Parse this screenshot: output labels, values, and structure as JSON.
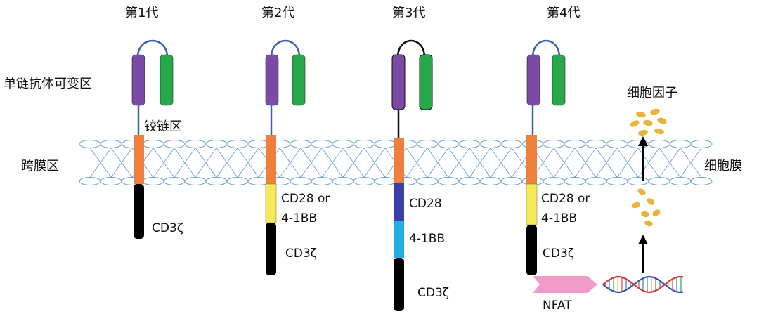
{
  "generations": [
    {
      "label": "第1代",
      "domains": [
        "CD3ζ"
      ]
    },
    {
      "label": "第2代",
      "domains": [
        "CD28 or",
        "4-1BB",
        "CD3ζ"
      ]
    },
    {
      "label": "第3代",
      "domains": [
        "CD28",
        "4-1BB",
        "CD3ζ"
      ]
    },
    {
      "label": "第4代",
      "domains": [
        "CD28 or",
        "4-1BB",
        "CD3ζ"
      ]
    }
  ],
  "labels": {
    "scfv": "单链抗体可变区",
    "hinge": "铰链区",
    "transmembrane": "跨膜区",
    "membrane": "细胞膜",
    "cytokines": "细胞因子",
    "nfat": "NFAT"
  },
  "colors": {
    "vh": "#7a4aa6",
    "vl": "#27a84a",
    "linker": "#3a62b9",
    "transmembrane": "#ef7f3c",
    "cd28_or_41bb": "#f5e85a",
    "cd28": "#3b3faa",
    "41bb": "#24aee8",
    "cd3z": "#000000",
    "cytokine": "#e8b53a",
    "nfat": "#f39bc8",
    "membrane": "#6a9ed8"
  }
}
